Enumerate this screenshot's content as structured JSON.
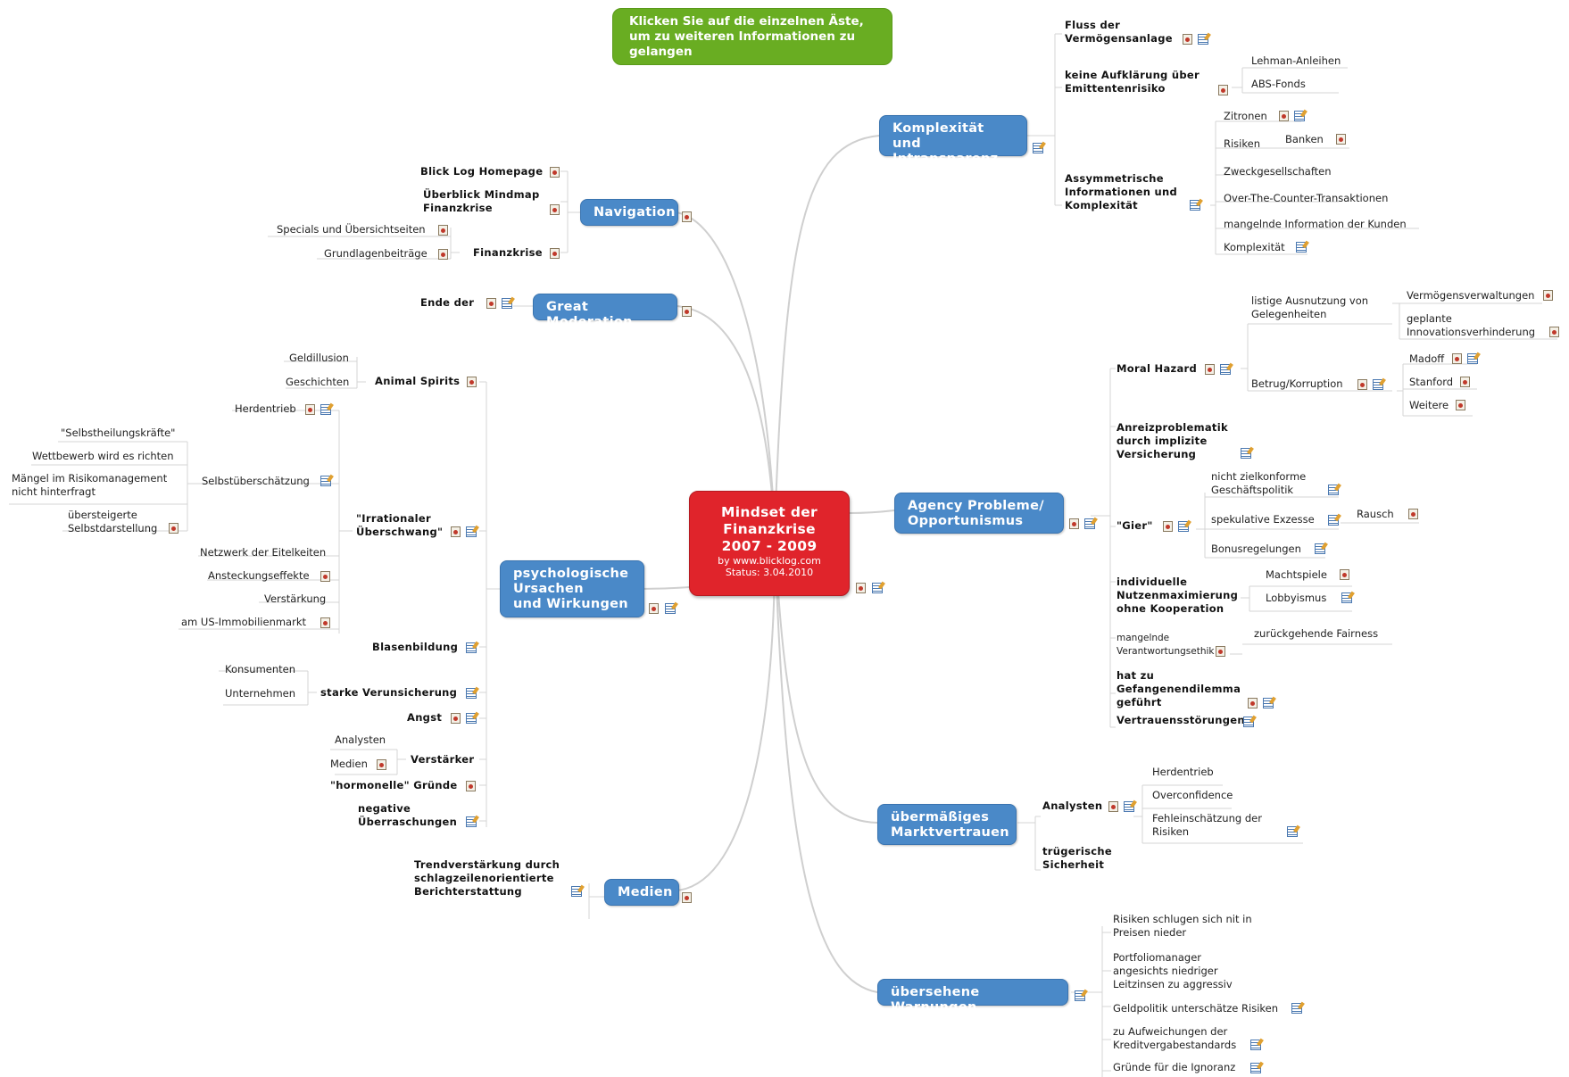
{
  "hint": "Klicken Sie auf die einzelnen Äste,\num zu weiteren Informationen zu\ngelangen",
  "center": {
    "title": "Mindset der\nFinanzkrise\n2007 - 2009",
    "byline": "by www.blicklog.com",
    "status": "Status: 3.04.2010"
  },
  "branches": {
    "navigation": {
      "label": "Navigation",
      "homepage": "Blick Log Homepage",
      "ueberblick": "Überblick Mindmap\nFinanzkrise",
      "finanzkrise": "Finanzkrise",
      "specials": "Specials und Übersichtseiten",
      "grundlagen": "Grundlagenbeiträge"
    },
    "great_moderation": {
      "label": "Great Moderation",
      "ende": "Ende der"
    },
    "psychologische": {
      "label": "psychologische\nUrsachen\nund Wirkungen",
      "animal_spirits": "Animal Spirits",
      "geldillusion": "Geldillusion",
      "geschichten": "Geschichten",
      "irrationaler": "\"Irrationaler\nÜberschwang\"",
      "herdentrieb": "Herdentrieb",
      "selbstueberschaetzung": "Selbstüberschätzung",
      "selbstheilung": "\"Selbstheilungskräfte\"",
      "wettbewerb": "Wettbewerb wird es richten",
      "maengel": "Mängel im Risikomanagement\nnicht hinterfragt",
      "uebersteigerte": "übersteigerte\nSelbstdarstellung",
      "netzwerk": "Netzwerk der Eitelkeiten",
      "ansteckung": "Ansteckungseffekte",
      "verstaerkung": "Verstärkung",
      "us_immobilien": "am US-Immobilienmarkt",
      "blasenbildung": "Blasenbildung",
      "verunsicherung": "starke Verunsicherung",
      "konsumenten": "Konsumenten",
      "unternehmen": "Unternehmen",
      "angst": "Angst",
      "verstaerker": "Verstärker",
      "analysten": "Analysten",
      "medien": "Medien",
      "hormonelle": "\"hormonelle\" Gründe",
      "negative": "negative\nÜberraschungen"
    },
    "medien": {
      "label": "Medien",
      "trend": "Trendverstärkung durch\nschlagzeilenorientierte\nBerichterstattung"
    },
    "komplexitaet": {
      "label": "Komplexität und\nIntransparenz",
      "fluss": "Fluss der\nVermögensanlage",
      "keine": "keine Aufklärung über\nEmittentenrisiko",
      "lehman": "Lehman-Anleihen",
      "abs": "ABS-Fonds",
      "assym": "Assymmetrische\nInformationen und\nKomplexität",
      "zitronen": "Zitronen",
      "risiken": "Risiken",
      "banken": "Banken",
      "zweck": "Zweckgesellschaften",
      "otc": "Over-The-Counter-Transaktionen",
      "mangelnde_info": "mangelnde Information der Kunden",
      "komplexitaet": "Komplexität"
    },
    "agency": {
      "label": "Agency Probleme/\nOpportunismus",
      "moral": "Moral Hazard",
      "listige": "listige Ausnutzung von\nGelegenheiten",
      "vermoegen": "Vermögensverwaltungen",
      "geplante": "geplante\nInnovationsverhinderung",
      "betrug": "Betrug/Korruption",
      "madoff": "Madoff",
      "stanford": "Stanford",
      "weitere": "Weitere",
      "anreiz": "Anreizproblematik\ndurch implizite\nVersicherung",
      "gier": "\"Gier\"",
      "nicht_ziel": "nicht zielkonforme\nGeschäftspolitik",
      "spekulative": "spekulative Exzesse",
      "rausch": "Rausch",
      "bonus": "Bonusregelungen",
      "individuelle": "individuelle\nNutzenmaximierung\nohne Kooperation",
      "machtspiele": "Machtspiele",
      "lobbyismus": "Lobbyismus",
      "mangelnde_verant": "mangelnde\nVerantwortungsethik",
      "fairness": "zurückgehende Fairness",
      "gefangenen": "hat zu\nGefangenendilemma\ngeführt",
      "vertrauen": "Vertrauensstörungen"
    },
    "marktvertrauen": {
      "label": "übermäßiges\nMarktvertrauen",
      "analysten": "Analysten",
      "herdentrieb": "Herdentrieb",
      "overconfidence": "Overconfidence",
      "fehl": "Fehleinschätzung der\nRisiken",
      "truegerische": "trügerische\nSicherheit"
    },
    "warnungen": {
      "label": "übersehene Warnungen",
      "risiken": "Risiken schlugen sich nit in\nPreisen nieder",
      "portfolio": "Portfoliomanager\nangesichts niedriger\nLeitzinsen zu aggressiv",
      "geldpolitik": "Geldpolitik unterschätze Risiken",
      "aufweichungen": "zu Aufweichungen der\nKreditvergabestandards",
      "gruende": "Gründe für die Ignoranz"
    }
  }
}
